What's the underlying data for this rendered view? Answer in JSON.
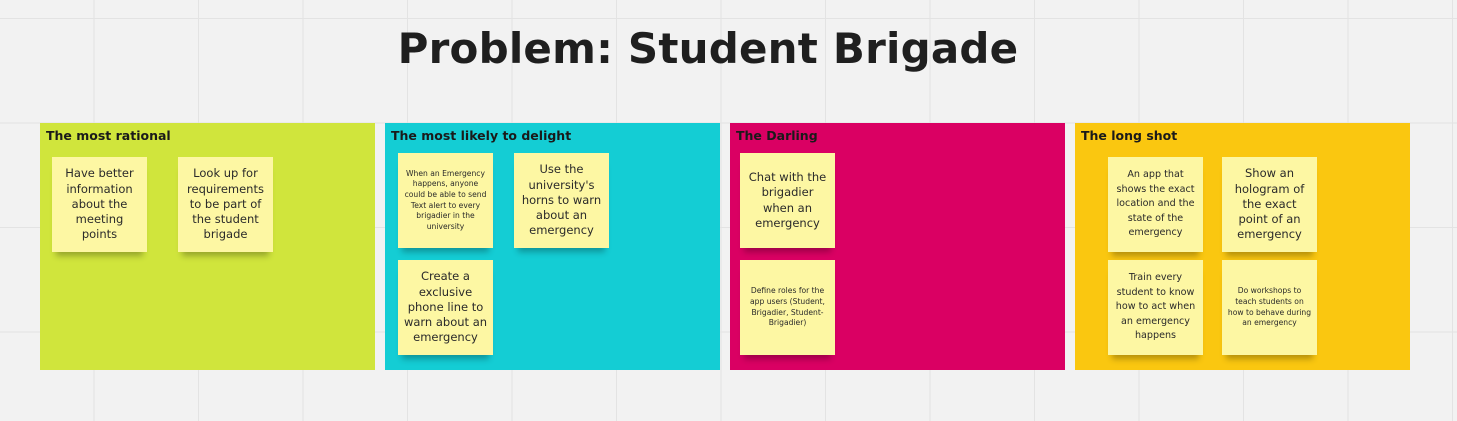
{
  "board": {
    "title": "Problem: Student Brigade",
    "colors": {
      "background": "#f2f2f2",
      "grid": "#e3e3e3",
      "sticky": "#fdf7a3",
      "text": "#1f1f1f"
    }
  },
  "frames": [
    {
      "label": "The most rational",
      "color": "#d0e53c",
      "notes": [
        {
          "text": "Have better information about the meeting points"
        },
        {
          "text": "Look up for requirements to be part of the student brigade"
        }
      ]
    },
    {
      "label": "The most likely to delight",
      "color": "#14cdd4",
      "notes": [
        {
          "text": "When an Emergency happens, anyone could be able to send Text alert to every brigadier in the university"
        },
        {
          "text": "Use the university's horns to warn about an emergency"
        },
        {
          "text": "Create a exclusive phone line to warn about an emergency"
        }
      ]
    },
    {
      "label": "The Darling",
      "color": "#da0063",
      "notes": [
        {
          "text": "Chat with the brigadier when an emergency"
        },
        {
          "text": "Define roles for the app users (Student, Brigadier, Student-Brigadier)"
        }
      ]
    },
    {
      "label": "The long shot",
      "color": "#fac710",
      "notes": [
        {
          "text": "An app that shows the exact location and the state of the emergency"
        },
        {
          "text": "Show an hologram of the exact point of an emergency"
        },
        {
          "text": "Train every student to know how to act when an emergency happens"
        },
        {
          "text": "Do workshops to teach students on how to behave during an emergency"
        }
      ]
    }
  ]
}
